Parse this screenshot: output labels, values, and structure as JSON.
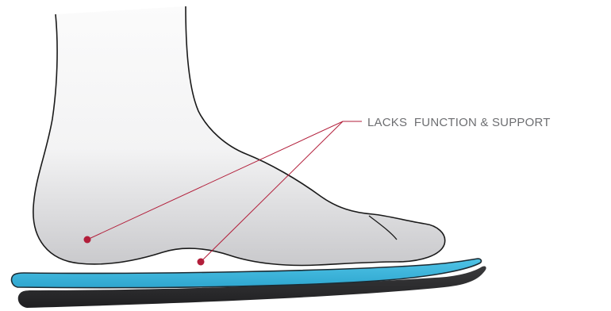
{
  "callout": {
    "label": "LACKS  FUNCTION & SUPPORT"
  },
  "colors": {
    "foot_fill_light": "#fbfbfb",
    "foot_fill_shadow": "#c9c9cc",
    "outline": "#1a1a1a",
    "leader_line": "#b21e3a",
    "marker_dot": "#b21e3a",
    "label_text": "#6d6e71",
    "insole_top": "#4fc3e6",
    "insole_bottom": "#2ea6cf",
    "sole_base": "#3a3a3c",
    "sole_base_edge": "#1f1f21"
  },
  "icons": {
    "marker": "dot",
    "foot": "foot-illustration",
    "insole": "insole-layer"
  }
}
